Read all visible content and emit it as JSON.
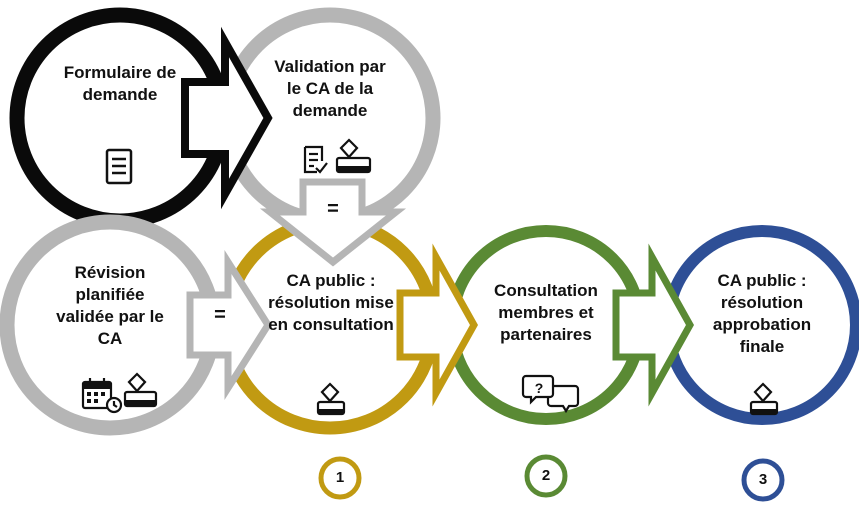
{
  "colors": {
    "black": "#0a0a0a",
    "grey": "#b5b5b5",
    "gold": "#c19a12",
    "green": "#5a8a34",
    "blue": "#2e4f96"
  },
  "steps": [
    {
      "label": "Formulaire de\ndemande",
      "icon": "document-icon",
      "color": "black"
    },
    {
      "label": "Validation par\nle CA de la\ndemande",
      "icon": "document-check-vote-icon",
      "color": "grey"
    },
    {
      "label": "Révision\nplanifiée\nvalidée par le\nCA",
      "icon": "calendar-vote-icon",
      "color": "grey"
    },
    {
      "label": "CA public :\nrésolution mise\nen consultation",
      "icon": "vote-icon",
      "color": "gold"
    },
    {
      "label": "Consultation\nmembres et\npartenaires",
      "icon": "speech-bubbles-icon",
      "color": "green"
    },
    {
      "label": "CA public :\nrésolution\napprobation\nfinale",
      "icon": "vote-icon",
      "color": "blue"
    }
  ],
  "equals": [
    "=",
    "="
  ],
  "badges": [
    "1",
    "2",
    "3"
  ]
}
